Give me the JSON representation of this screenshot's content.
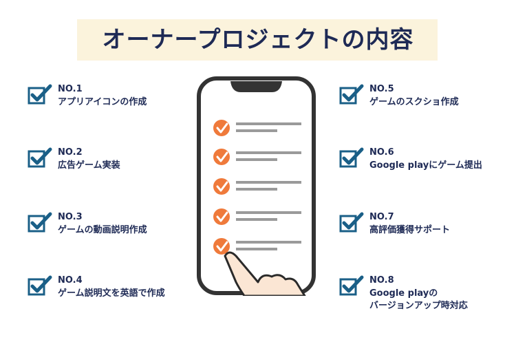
{
  "title": "オーナープロジェクトの内容",
  "items": [
    {
      "num": "NO.1",
      "label": "アプリアイコンの作成"
    },
    {
      "num": "NO.2",
      "label": "広告ゲーム実装"
    },
    {
      "num": "NO.3",
      "label": "ゲームの動画説明作成"
    },
    {
      "num": "NO.4",
      "label": "ゲーム説明文を英語で作成"
    },
    {
      "num": "NO.5",
      "label": "ゲームのスクショ作成"
    },
    {
      "num": "NO.6",
      "label": "Google playにゲーム提出"
    },
    {
      "num": "NO.7",
      "label": "高評価獲得サポート"
    },
    {
      "num": "NO.8",
      "label": "Google playの\nバージョンアップ時対応"
    }
  ],
  "colors": {
    "navy": "#1e2a55",
    "check_blue": "#1a5f87",
    "orange": "#ef7a3b",
    "title_band": "#fbf3dc"
  },
  "icons": [
    "checkbox-icon",
    "smartphone-icon",
    "pointing-hand-icon",
    "checkmark-circle-icon"
  ]
}
